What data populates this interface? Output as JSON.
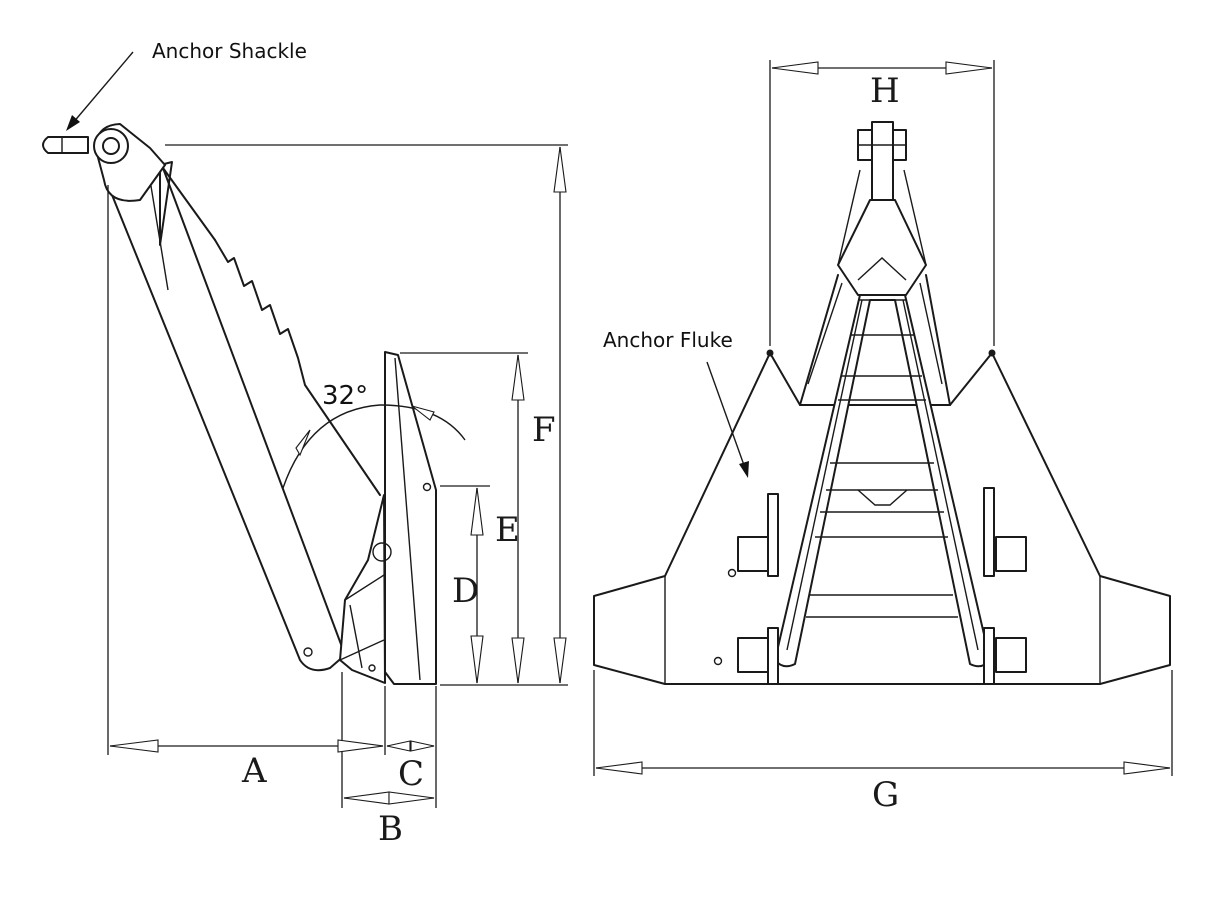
{
  "callouts": {
    "shackle": "Anchor Shackle",
    "fluke": "Anchor Fluke"
  },
  "angle_label": "32°",
  "dimensions": {
    "A": "A",
    "B": "B",
    "C": "C",
    "D": "D",
    "E": "E",
    "F": "F",
    "G": "G",
    "H": "H"
  }
}
